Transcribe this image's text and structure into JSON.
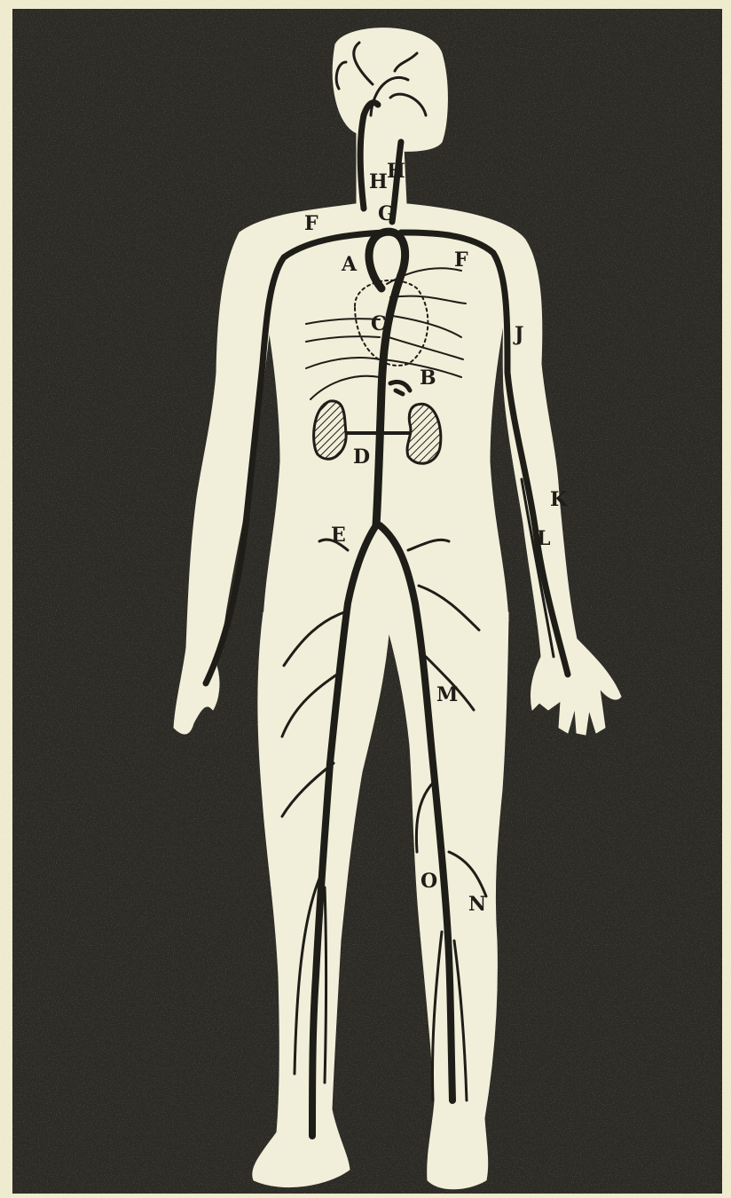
{
  "colors": {
    "paper": "#efeccf",
    "background": "#2c2a25",
    "figure": "#f1efd9",
    "vessel": "#1f1d18"
  },
  "figure": {
    "subject": "human-figure-arterial-system",
    "labels": [
      {
        "id": "label-a",
        "text": "A"
      },
      {
        "id": "label-b",
        "text": "B"
      },
      {
        "id": "label-c",
        "text": "C"
      },
      {
        "id": "label-d",
        "text": "D"
      },
      {
        "id": "label-e",
        "text": "E"
      },
      {
        "id": "label-f-right",
        "text": "F"
      },
      {
        "id": "label-f-left",
        "text": "F"
      },
      {
        "id": "label-g",
        "text": "G"
      },
      {
        "id": "label-h-1",
        "text": "H"
      },
      {
        "id": "label-h-2",
        "text": "H"
      },
      {
        "id": "label-j",
        "text": "J"
      },
      {
        "id": "label-k",
        "text": "K"
      },
      {
        "id": "label-l",
        "text": "L"
      },
      {
        "id": "label-m",
        "text": "M"
      },
      {
        "id": "label-n",
        "text": "N"
      },
      {
        "id": "label-o",
        "text": "O"
      }
    ]
  }
}
